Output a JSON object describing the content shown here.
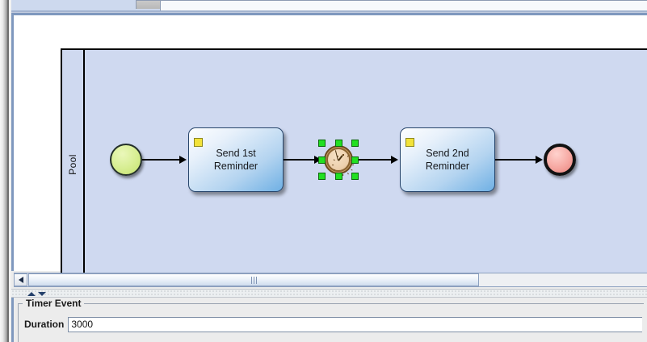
{
  "window": {
    "tabs": [
      {
        "name": "tab-small",
        "label": ""
      },
      {
        "name": "tab-wide",
        "label": ""
      }
    ]
  },
  "canvas": {
    "pool": {
      "label": "Pool"
    },
    "nodes": [
      {
        "id": "start-event",
        "type": "start-event",
        "label": ""
      },
      {
        "id": "task-send-1st-reminder",
        "type": "task",
        "label": "Send 1st\nReminder",
        "marker": "message-marker"
      },
      {
        "id": "timer-intermediate-event",
        "type": "timer-event",
        "label": "",
        "selected": true
      },
      {
        "id": "task-send-2nd-reminder",
        "type": "task",
        "label": "Send 2nd\nReminder",
        "marker": "message-marker"
      },
      {
        "id": "end-event",
        "type": "end-event",
        "label": ""
      }
    ],
    "colors": {
      "pool_fill": "#cfd9f0",
      "start_event_fill": "#d9ef96",
      "end_event_fill": "#f6a8a2",
      "task_fill_top": "#fdfeff",
      "task_fill_bottom": "#6fb0e4",
      "task_marker": "#f2e23a",
      "selection_handle": "#22e022",
      "timer_face": "#edd0ad"
    }
  },
  "scrollbar": {
    "left_arrow": "◀",
    "grip": "|||"
  },
  "splitter": {
    "collapse_up": "▲",
    "collapse_down": "▼"
  },
  "properties": {
    "group_title": "Timer Event",
    "fields": [
      {
        "label": "Duration",
        "value": "3000",
        "placeholder": ""
      }
    ]
  }
}
